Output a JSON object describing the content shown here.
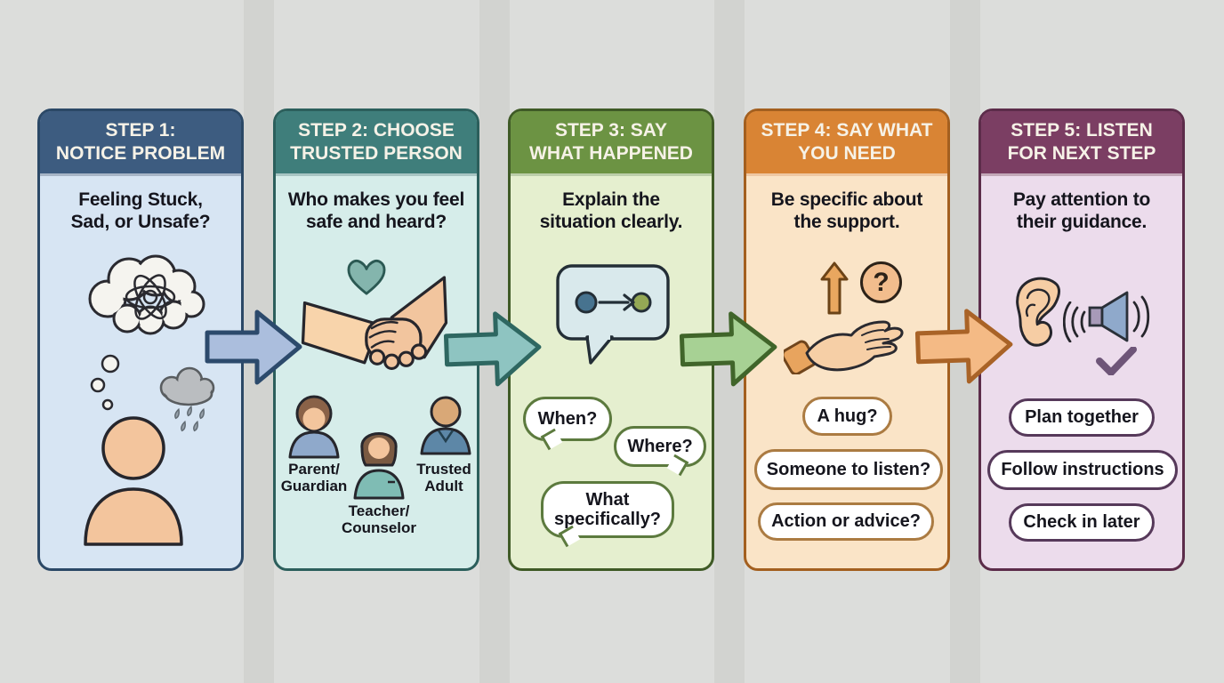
{
  "background": {
    "color": "#dcdddb",
    "gap_band_color": "#d2d3d0"
  },
  "panels": [
    {
      "name": "step-1-notice-problem",
      "header": {
        "line1": "STEP 1:",
        "line2": "NOTICE PROBLEM"
      },
      "subtitle": {
        "line1": "Feeling Stuck,",
        "line2": "Sad, or Unsafe?"
      },
      "colors": {
        "header": "#3d5c80",
        "border": "#2b4866",
        "body": "#d7e5f3",
        "accent": "#2b4866"
      },
      "icons": [
        "thought-cloud-scribble-icon",
        "thought-trail-icon",
        "rain-cloud-icon",
        "person-icon"
      ]
    },
    {
      "name": "step-2-choose-trusted-person",
      "header": {
        "line1": "STEP 2: CHOOSE",
        "line2": "TRUSTED PERSON"
      },
      "subtitle": {
        "line1": "Who makes you feel",
        "line2": "safe and heard?"
      },
      "colors": {
        "header": "#3f7e7b",
        "border": "#2c5f5c",
        "body": "#d6edea",
        "accent": "#2c5f5c"
      },
      "icons": [
        "heart-icon",
        "holding-hands-icon",
        "parent-icon",
        "teacher-icon",
        "trusted-adult-icon"
      ],
      "people": [
        {
          "line1": "Parent/",
          "line2": "Guardian"
        },
        {
          "line1": "Teacher/",
          "line2": "Counselor"
        },
        {
          "line1": "Trusted",
          "line2": "Adult"
        }
      ]
    },
    {
      "name": "step-3-say-what-happened",
      "header": {
        "line1": "STEP 3: SAY",
        "line2": "WHAT HAPPENED"
      },
      "subtitle": {
        "line1": "Explain the",
        "line2": "situation clearly."
      },
      "colors": {
        "header": "#6c9343",
        "border": "#3f5a26",
        "body": "#e5efcf",
        "accent": "#5c7a3e"
      },
      "icons": [
        "chat-bubble-icon"
      ],
      "bubbles": [
        "When?",
        "Where?",
        "What specifically?"
      ]
    },
    {
      "name": "step-4-say-what-you-need",
      "header": {
        "line1": "STEP 4: SAY WHAT",
        "line2": "YOU NEED"
      },
      "subtitle": {
        "line1": "Be specific about",
        "line2": "the support."
      },
      "colors": {
        "header": "#d98434",
        "border": "#a35f1f",
        "body": "#fae4c7",
        "accent": "#ab7b42"
      },
      "icons": [
        "up-arrow-icon",
        "question-circle-icon",
        "open-hand-icon"
      ],
      "question_mark": "?",
      "prompts": [
        "A hug?",
        "Someone to listen?",
        "Action or advice?"
      ]
    },
    {
      "name": "step-5-listen-for-next-step",
      "header": {
        "line1": "STEP 5: LISTEN",
        "line2": "FOR NEXT STEP"
      },
      "subtitle": {
        "line1": "Pay attention to",
        "line2": "their guidance."
      },
      "colors": {
        "header": "#7b3e63",
        "border": "#5c2c4a",
        "body": "#ecdcec",
        "accent": "#56395a"
      },
      "icons": [
        "ear-icon",
        "sound-waves-icon",
        "speaker-icon",
        "checkmark-icon"
      ],
      "actions": [
        "Plan together",
        "Follow instructions",
        "Check in later"
      ]
    }
  ],
  "arrows": [
    {
      "name": "arrow-step1-to-step2",
      "fill": "#abbedd",
      "stroke": "#2c4a6c"
    },
    {
      "name": "arrow-step2-to-step3",
      "fill": "#8ec4c1",
      "stroke": "#2e6761"
    },
    {
      "name": "arrow-step3-to-step4",
      "fill": "#a7d194",
      "stroke": "#40652a"
    },
    {
      "name": "arrow-step4-to-step5",
      "fill": "#f4ba85",
      "stroke": "#a96327"
    }
  ]
}
